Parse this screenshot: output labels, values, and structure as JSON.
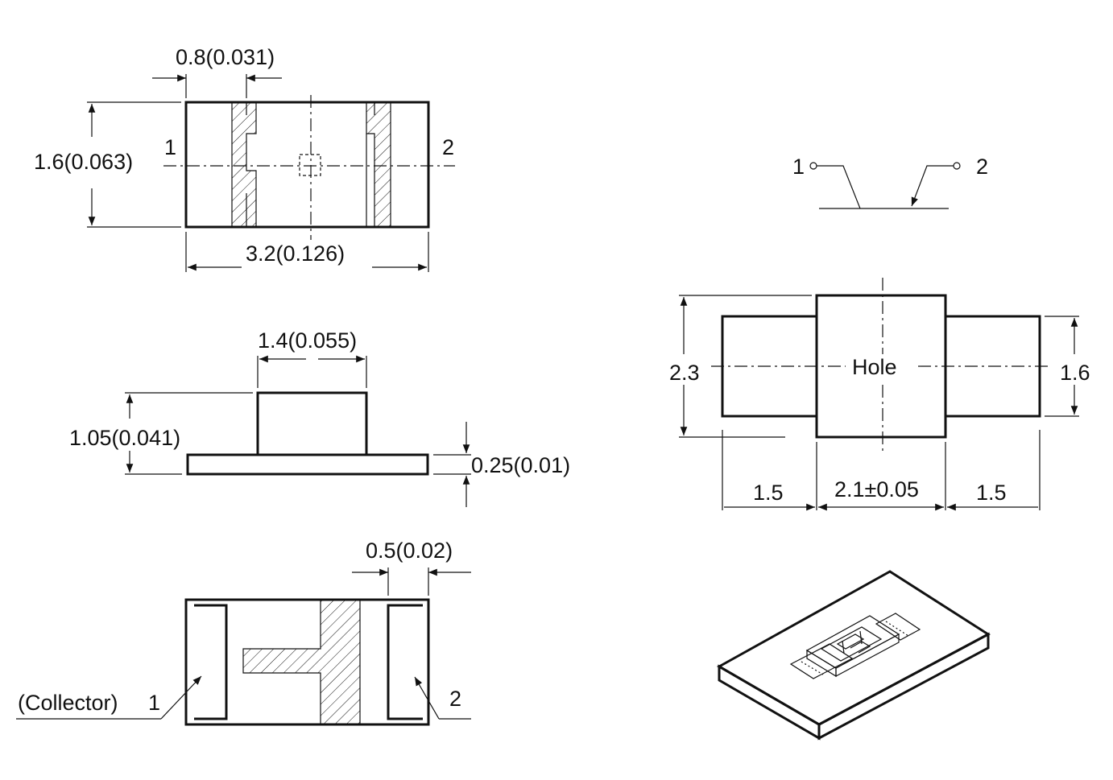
{
  "top_view": {
    "pad_width": "0.8(0.031)",
    "height": "1.6(0.063)",
    "length": "3.2(0.126)",
    "pin1": "1",
    "pin2": "2"
  },
  "side_view": {
    "body_width": "1.4(0.055)",
    "total_height": "1.05(0.041)",
    "base_height": "0.25(0.01)"
  },
  "bottom_view": {
    "terminal_width": "0.5(0.02)",
    "collector": "(Collector)",
    "pin1": "1",
    "pin2": "2"
  },
  "symbol": {
    "pin1": "1",
    "pin2": "2"
  },
  "footprint": {
    "hole": "Hole",
    "outer_height": "2.3",
    "pad_height": "1.6",
    "left_pad": "1.5",
    "center": "2.1±0.05",
    "right_pad": "1.5"
  }
}
